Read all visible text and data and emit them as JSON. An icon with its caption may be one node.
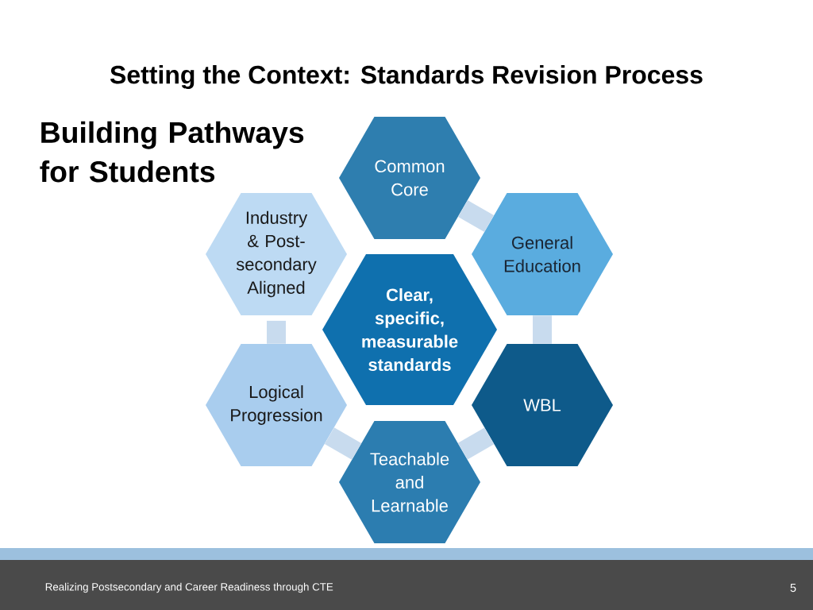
{
  "diagram": {
    "title": "Setting the Context: Standards Revision Process",
    "nodes": [
      {
        "text": [
          "Common Core"
        ]
      },
      {
        "text": [
          "Industry & Post-secondary Aligned"
        ]
      },
      {
        "text": [
          "General Education"
        ]
      },
      {
        "text": [
          "Clear, specific, measurable standards"
        ]
      },
      {
        "text": [
          "Logical Progression"
        ]
      },
      {
        "text": [
          "WBL"
        ]
      },
      {
        "text": [
          "Teachable and Learnable"
        ]
      }
    ],
    "edges": [
      {
        "from": 0,
        "to": 2,
        "arrow": "none"
      },
      {
        "from": 2,
        "to": 5,
        "arrow": "none"
      },
      {
        "from": 5,
        "to": 6,
        "arrow": "none"
      },
      {
        "from": 6,
        "to": 4,
        "arrow": "none"
      },
      {
        "from": 4,
        "to": 1,
        "arrow": "none"
      }
    ],
    "labels": [
      "Building Pathways for Students",
      "Realizing Postsecondary and Career Readiness through CTE",
      "5"
    ]
  }
}
